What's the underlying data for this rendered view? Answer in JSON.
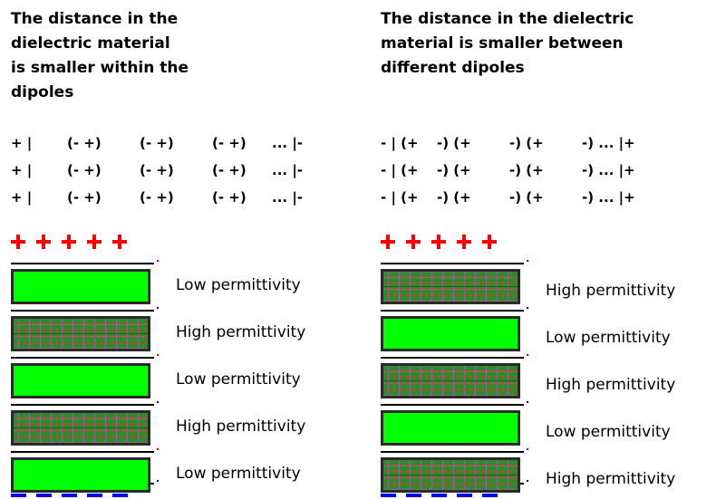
{
  "colors": {
    "plus": "#ff0000",
    "minus": "#0000ff",
    "low_permittivity": "#00ff00",
    "high_permittivity": "#2f8a2f",
    "dipole_dot": "#ff2a2a"
  },
  "left": {
    "heading": "The distance in the\ndielectric material\nis smaller within the\ndipoles",
    "dipole_rows": [
      [
        "+ |",
        "(- +)",
        "(- +)",
        "(- +)",
        "... |-"
      ],
      [
        "+ |",
        "(- +)",
        "(- +)",
        "(- +)",
        "... |-"
      ],
      [
        "+ |",
        "(- +)",
        "(- +)",
        "(- +)",
        "... |-"
      ]
    ],
    "plus_signs": [
      "+",
      "+",
      "+",
      "+",
      "+"
    ],
    "minus_signs": [
      "-",
      "-",
      "-",
      "-",
      "-"
    ],
    "layers": [
      {
        "type": "low",
        "label": "Low permittivity"
      },
      {
        "type": "high",
        "label": "High permittivity"
      },
      {
        "type": "low",
        "label": "Low permittivity"
      },
      {
        "type": "high",
        "label": "High permittivity"
      },
      {
        "type": "low",
        "label": "Low permittivity"
      }
    ]
  },
  "right": {
    "heading": "The distance in the dielectric\nmaterial is smaller between\ndifferent dipoles",
    "dipole_rows": [
      [
        "- | (+",
        "-) (+",
        "-) (+",
        "-) ... |+"
      ],
      [
        "- | (+",
        "-) (+",
        "-) (+",
        "-) ... |+"
      ],
      [
        "- | (+",
        "-) (+",
        "-) (+",
        "-) ... |+"
      ]
    ],
    "plus_signs": [
      "+",
      "+",
      "+",
      "+",
      "+"
    ],
    "minus_signs": [
      "-",
      "-",
      "-",
      "-",
      "-"
    ],
    "layers": [
      {
        "type": "high",
        "label": "High permittivity"
      },
      {
        "type": "low",
        "label": "Low permittivity"
      },
      {
        "type": "high",
        "label": "High permittivity"
      },
      {
        "type": "low",
        "label": "Low permittivity"
      },
      {
        "type": "high",
        "label": "High permittivity"
      }
    ]
  }
}
